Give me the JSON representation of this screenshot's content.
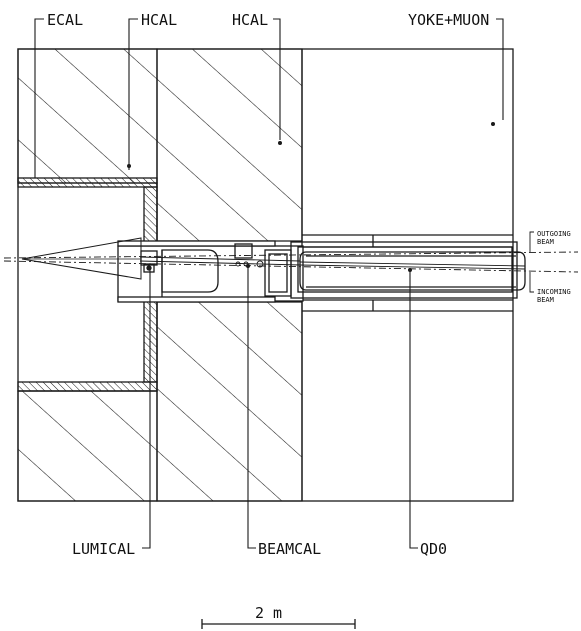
{
  "labels": {
    "ecal": "ECAL",
    "hcal_inner": "HCAL",
    "hcal_outer": "HCAL",
    "yoke_muon": "YOKE+MUON",
    "outgoing_line1": "OUTGOING",
    "outgoing_line2": "BEAM",
    "incoming_line1": "INCOMING",
    "incoming_line2": "BEAM",
    "lumical": "LUMICAL",
    "beamcal": "BEAMCAL",
    "qd0": "QD0"
  },
  "scale_bar": {
    "label": "2 m"
  },
  "colors": {
    "line": "#1a1a1a",
    "hatch": "#1a1a1a",
    "background": "#ffffff"
  }
}
